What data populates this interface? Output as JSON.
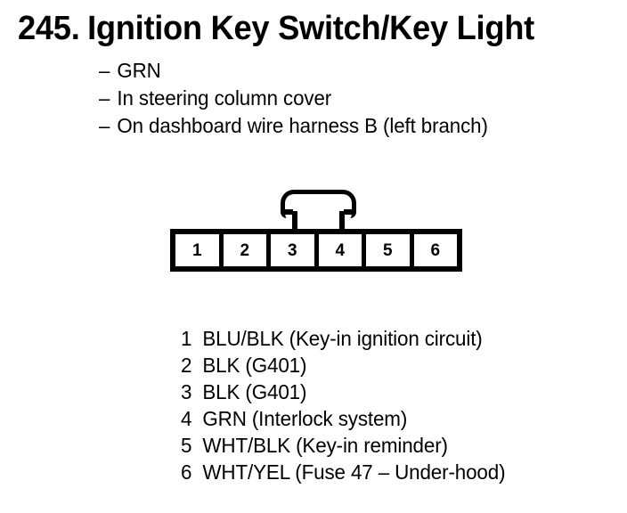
{
  "title": {
    "number": "245.",
    "text": "Ignition Key Switch/Key Light"
  },
  "sublines": [
    {
      "dash": "–",
      "text": "GRN"
    },
    {
      "dash": "–",
      "text": "In steering column cover"
    },
    {
      "dash": "–",
      "text": "On dashboard wire harness B (left branch)"
    }
  ],
  "connector": {
    "cells": [
      {
        "label": "1"
      },
      {
        "label": "2"
      },
      {
        "label": "3"
      },
      {
        "label": "4"
      },
      {
        "label": "5"
      },
      {
        "label": "6"
      }
    ]
  },
  "pins": [
    {
      "num": "1",
      "desc": "BLU/BLK (Key-in ignition circuit)"
    },
    {
      "num": "2",
      "desc": "BLK (G401)"
    },
    {
      "num": "3",
      "desc": "BLK (G401)"
    },
    {
      "num": "4",
      "desc": "GRN (Interlock system)"
    },
    {
      "num": "5",
      "desc": "WHT/BLK (Key-in reminder)"
    },
    {
      "num": "6",
      "desc": "WHT/YEL (Fuse 47 – Under-hood)"
    }
  ],
  "colors": {
    "ink": "#000000",
    "paper": "#ffffff"
  }
}
